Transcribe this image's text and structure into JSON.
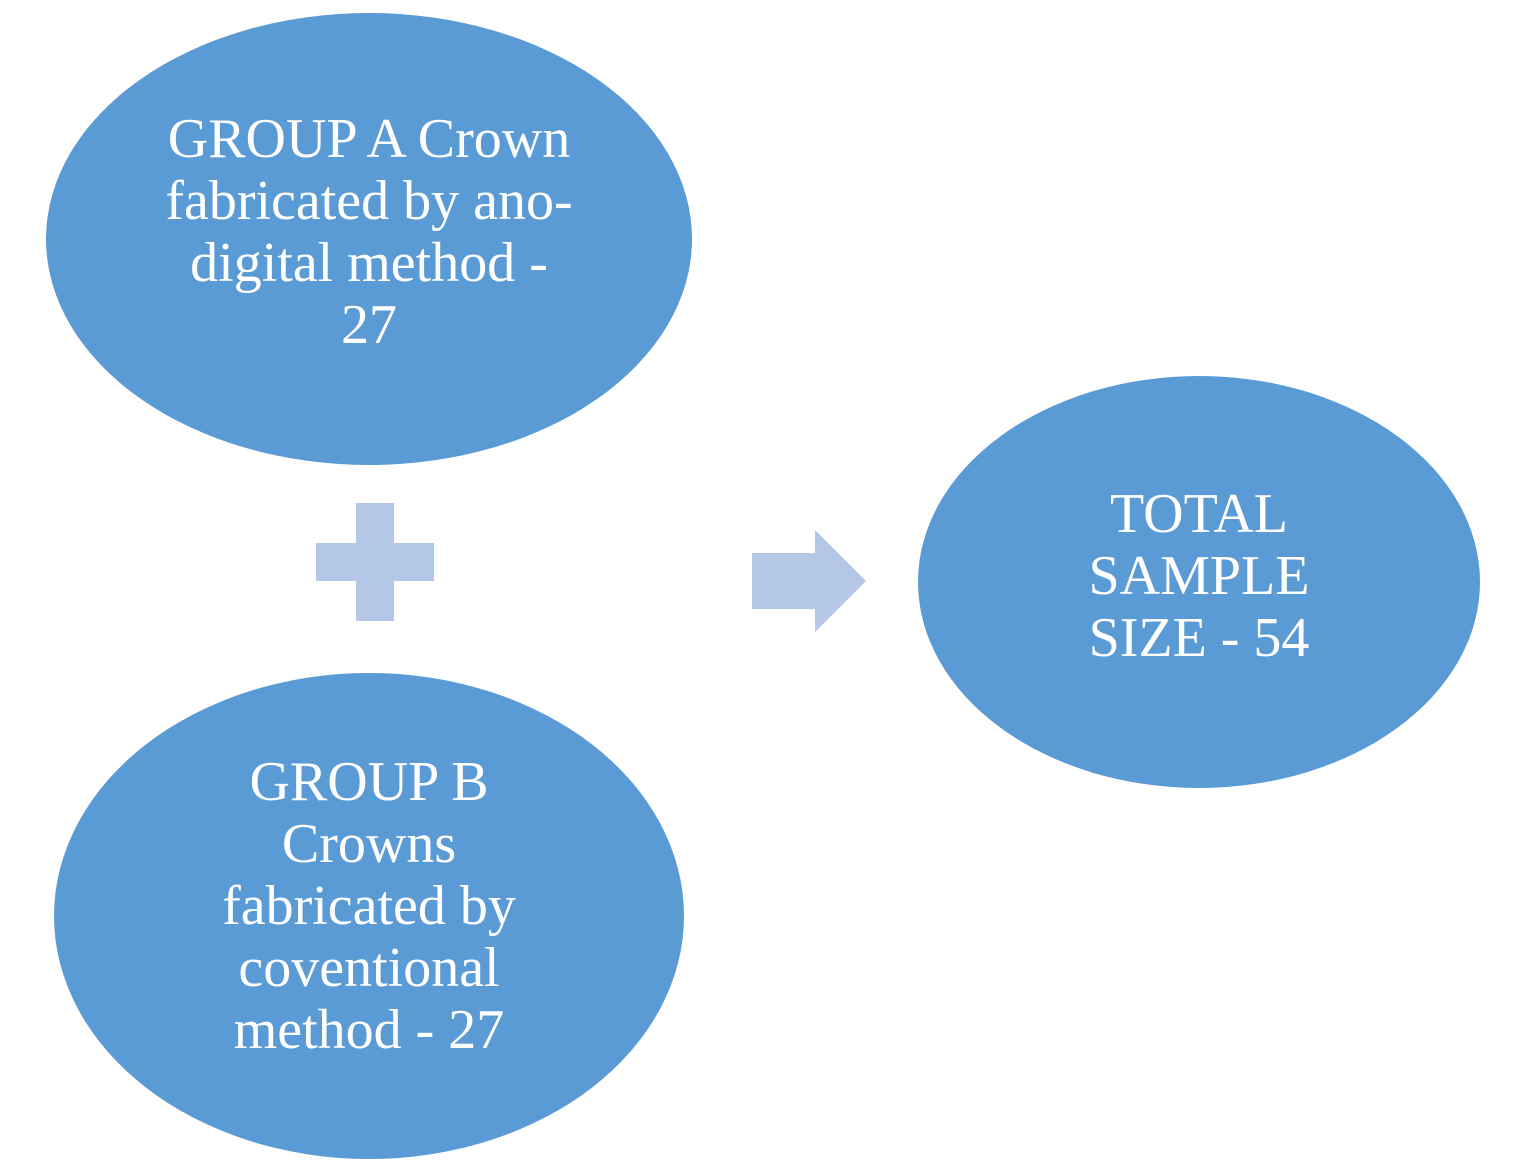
{
  "colors": {
    "node_fill": "#5b9bd5",
    "connector_fill": "#b4c7e7",
    "text": "#ffffff"
  },
  "nodes": {
    "group_a": {
      "lines": [
        "GROUP A Crown",
        "fabricated by ano-",
        "digital method -",
        "27"
      ]
    },
    "group_b": {
      "lines": [
        "GROUP B",
        "Crowns",
        "fabricated by",
        "coventional",
        "method - 27"
      ]
    },
    "total": {
      "lines": [
        "TOTAL",
        "SAMPLE",
        "SIZE - 54"
      ]
    }
  },
  "connectors": {
    "plus": "plus-icon",
    "arrow": "arrow-right-icon"
  }
}
